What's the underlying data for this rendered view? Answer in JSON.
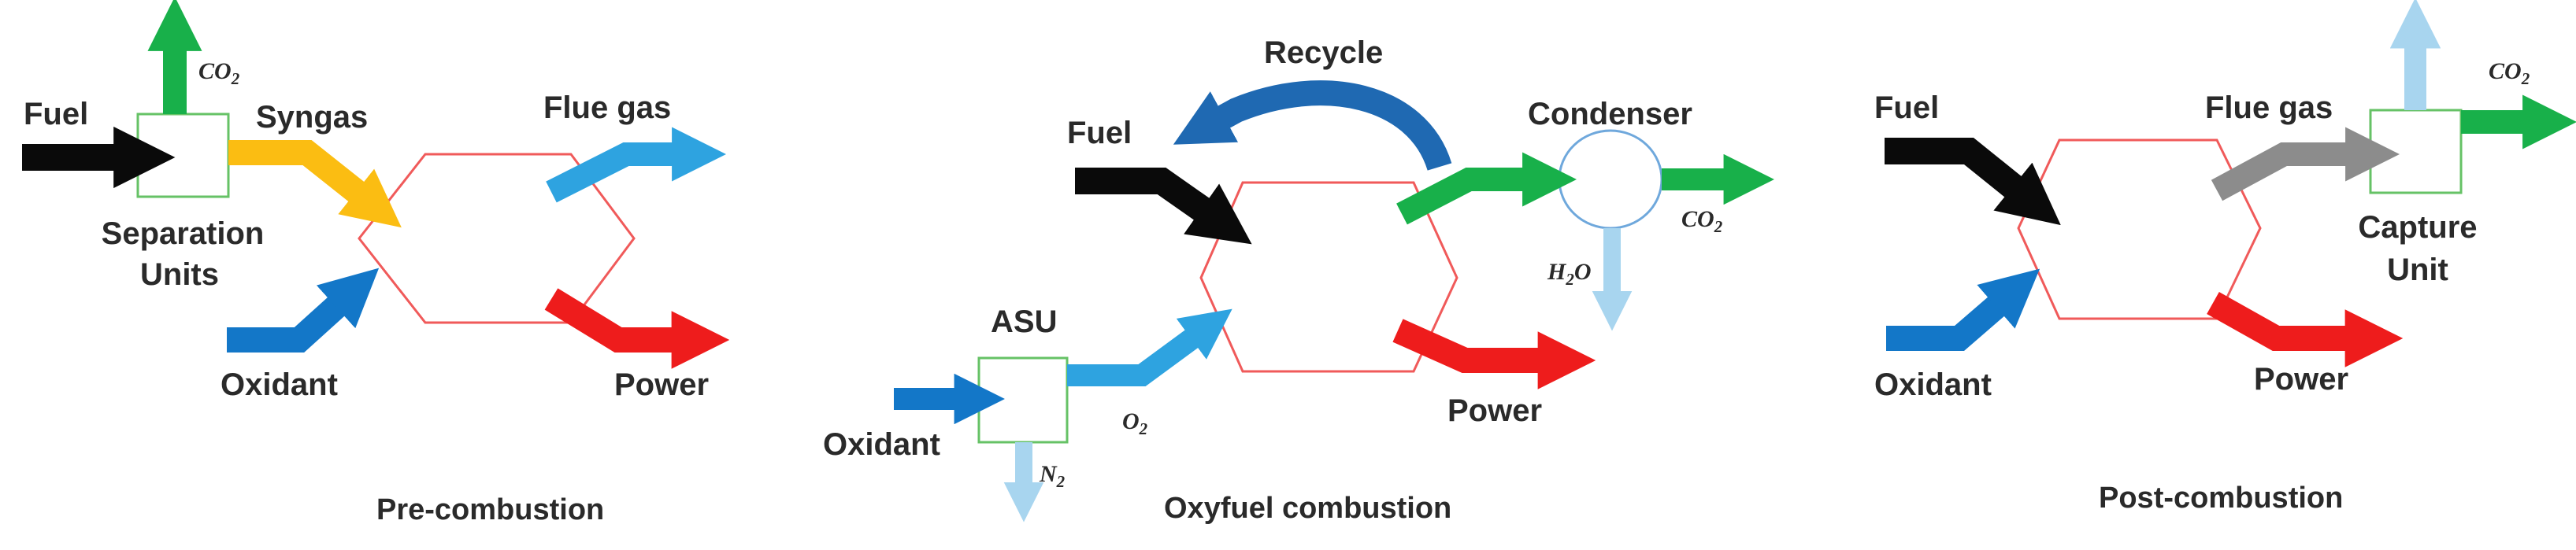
{
  "colors": {
    "fuel": "#0a0a0a",
    "syngas": "#fbbd12",
    "flue_gas": "#2ea3e0",
    "oxidant": "#1377c8",
    "power": "#ee1c1c",
    "co2": "#18b04a",
    "n2_h2o": "#a8d5ef",
    "flue_gas_post": "#8c8c8c",
    "recycle": "#1f69b2",
    "reactor": "#f05a5a",
    "unit_box": "#66c266",
    "condenser": "#6fa8dc"
  },
  "pre": {
    "fuel": "Fuel",
    "co2": "CO",
    "co2_sub": "2",
    "syngas": "Syngas",
    "flue_gas": "Flue gas",
    "separation_1": "Separation",
    "separation_2": "Units",
    "oxidant": "Oxidant",
    "power": "Power",
    "caption": "Pre-combustion"
  },
  "oxy": {
    "recycle": "Recycle",
    "fuel": "Fuel",
    "condenser": "Condenser",
    "co2": "CO",
    "co2_sub": "2",
    "h2o_a": "H",
    "h2o_sub": "2",
    "h2o_b": "O",
    "asu": "ASU",
    "o2": "O",
    "o2_sub": "2",
    "oxidant": "Oxidant",
    "n2": "N",
    "n2_sub": "2",
    "power": "Power",
    "caption": "Oxyfuel combustion"
  },
  "post": {
    "fuel": "Fuel",
    "flue_gas": "Flue gas",
    "co2": "CO",
    "co2_sub": "2",
    "capture_1": "Capture",
    "capture_2": "Unit",
    "oxidant": "Oxidant",
    "power": "Power",
    "caption": "Post-combustion"
  }
}
